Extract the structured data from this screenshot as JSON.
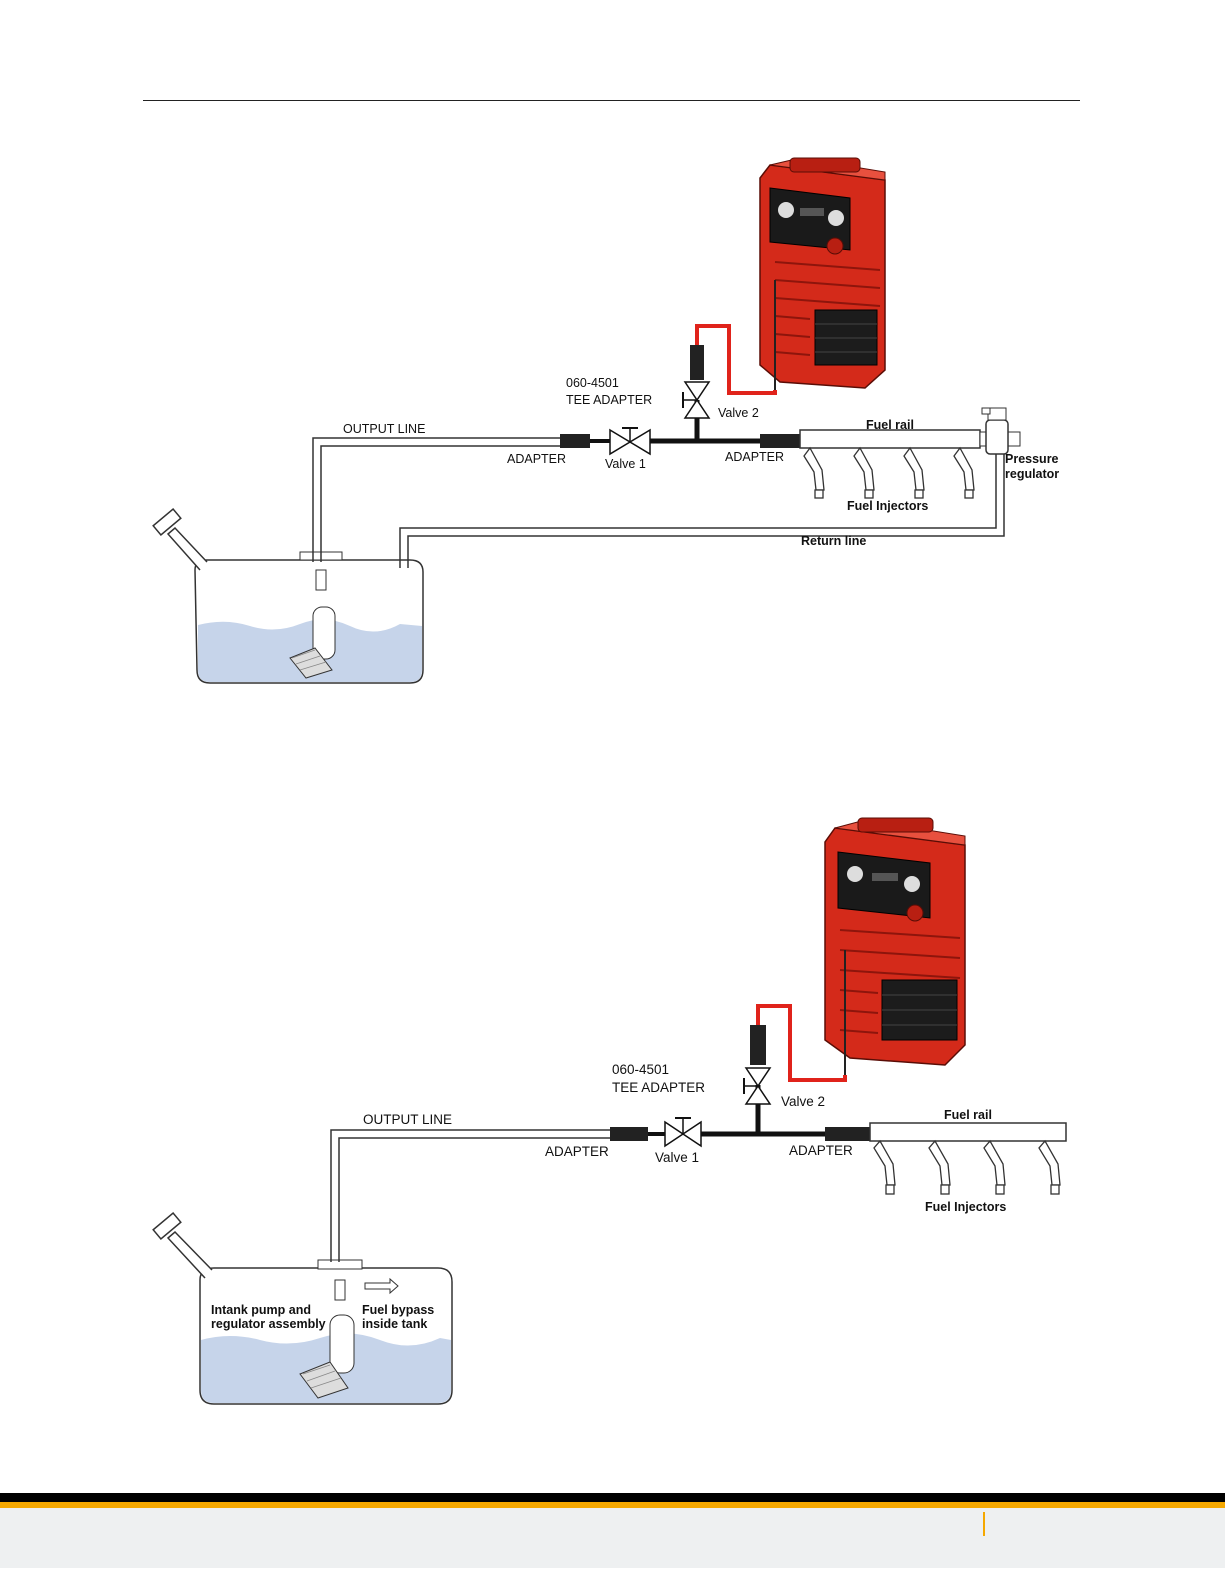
{
  "diagram_1": {
    "tee_adapter_part": "060-4501",
    "tee_adapter": "TEE ADAPTER",
    "valve_2": "Valve 2",
    "valve_1": "Valve 1",
    "output_line": "OUTPUT LINE",
    "adapter_left": "ADAPTER",
    "adapter_right": "ADAPTER",
    "fuel_rail": "Fuel rail",
    "pressure_regulator_1": "Pressure",
    "pressure_regulator_2": "regulator",
    "fuel_injectors": "Fuel Injectors",
    "return_line": "Return line"
  },
  "diagram_2": {
    "tee_adapter_part": "060-4501",
    "tee_adapter": "TEE ADAPTER",
    "valve_2": "Valve 2",
    "valve_1": "Valve 1",
    "output_line": "OUTPUT LINE",
    "adapter_left": "ADAPTER",
    "adapter_right": "ADAPTER",
    "fuel_rail": "Fuel rail",
    "fuel_injectors": "Fuel Injectors",
    "intank_1": "Intank pump and",
    "intank_2": "regulator assembly",
    "bypass_1": "Fuel bypass",
    "bypass_2": "inside tank"
  },
  "colors": {
    "machine_red": "#d42a1a",
    "machine_dark": "#8e150c",
    "hose_red": "#e0231b",
    "fuel_blue": "#c6d4ea",
    "footer_orange": "#f5a800"
  }
}
